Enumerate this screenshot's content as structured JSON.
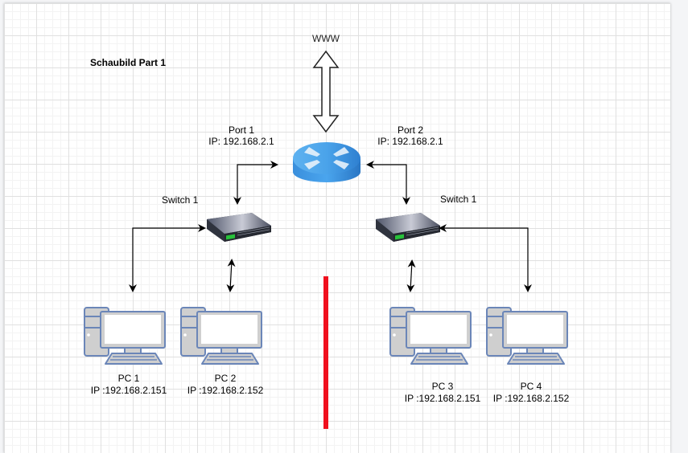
{
  "diagram": {
    "title": "Schaubild Part 1",
    "internet": {
      "label": "WWW",
      "icon": "double-arrow-vertical"
    },
    "router": {
      "icon": "router-icon",
      "ports": [
        {
          "name": "Port 1",
          "ip": "IP: 192.168.2.1"
        },
        {
          "name": "Port 2",
          "ip": "IP: 192.168.2.1"
        }
      ]
    },
    "switches": [
      {
        "label": "Switch 1",
        "icon": "switch-icon"
      },
      {
        "label": "Switch 1",
        "icon": "switch-icon"
      }
    ],
    "pcs": [
      {
        "name": "PC 1",
        "ip": "IP :192.168.2.151"
      },
      {
        "name": "PC 2",
        "ip": "IP :192.168.2.152"
      },
      {
        "name": "PC 3",
        "ip": "IP :192.168.2.151"
      },
      {
        "name": "PC 4",
        "ip": "IP :192.168.2.152"
      }
    ],
    "divider": {
      "color": "#f0101e"
    },
    "colors": {
      "router_blue": "#3d94e0",
      "pc_fill": "#cfcfcf",
      "pc_stroke": "#6b86b8",
      "switch_dark": "#3a3e4a"
    }
  }
}
